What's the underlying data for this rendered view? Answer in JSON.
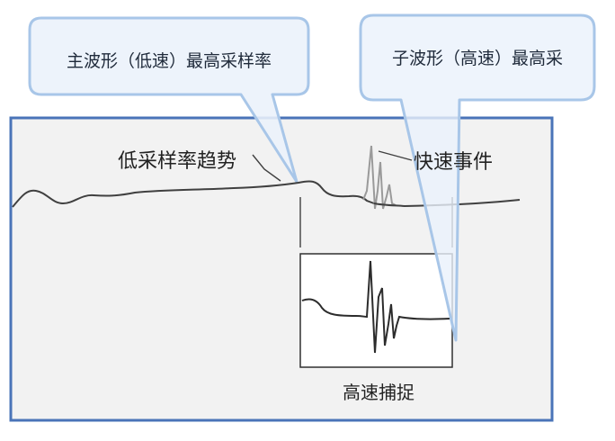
{
  "callouts": {
    "main_waveform": "主波形（低速）最高采样率",
    "sub_waveform": "子波形（高速）最高采"
  },
  "labels": {
    "low_rate_trend": "低采样率趋势",
    "fast_event": "快速事件",
    "high_speed_capture": "高速捕捉"
  },
  "colors": {
    "frame_border": "#4a74b8",
    "frame_fill": "#f2f2f2",
    "callout_fill": "#eaf1fb",
    "callout_border": "#a8c6e8",
    "trace": "#404040",
    "fast_trace": "#9a9a9a",
    "zoom_box_fill": "#ffffff"
  }
}
